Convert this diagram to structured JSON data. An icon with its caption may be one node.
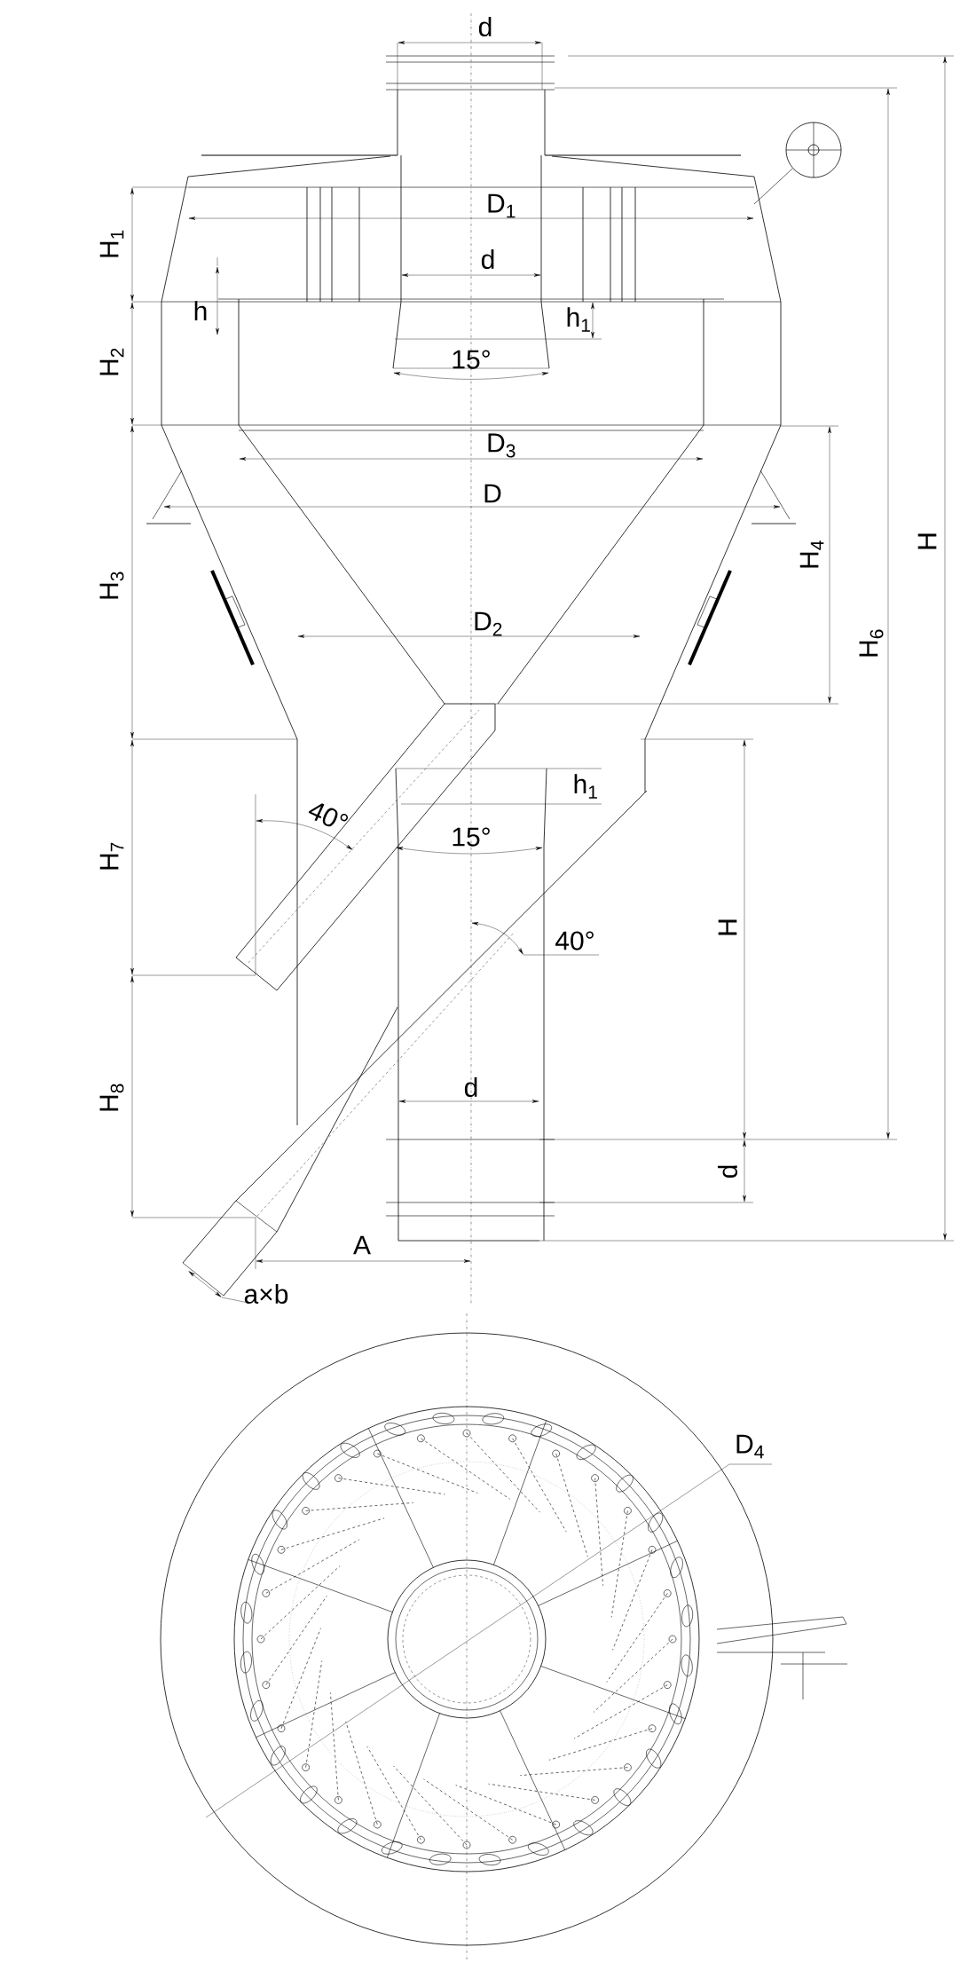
{
  "diagram": {
    "labels": [
      "d",
      "D$_{1}$",
      "H$_{1}$",
      "d",
      "h",
      "h$_{1}$",
      "H$_{2}$",
      "15°",
      "D$_{3}$",
      "D",
      "H$_{4}$",
      "H$_{3}$",
      "D$_{2}$",
      "H$_{6}$",
      "H",
      "H$_{7}$",
      "40°",
      "h$_{1}$",
      "15°",
      "H",
      "40°",
      "d",
      "H$_{8}$",
      "d",
      "A",
      "a×b",
      "D$_{4}$"
    ]
  }
}
